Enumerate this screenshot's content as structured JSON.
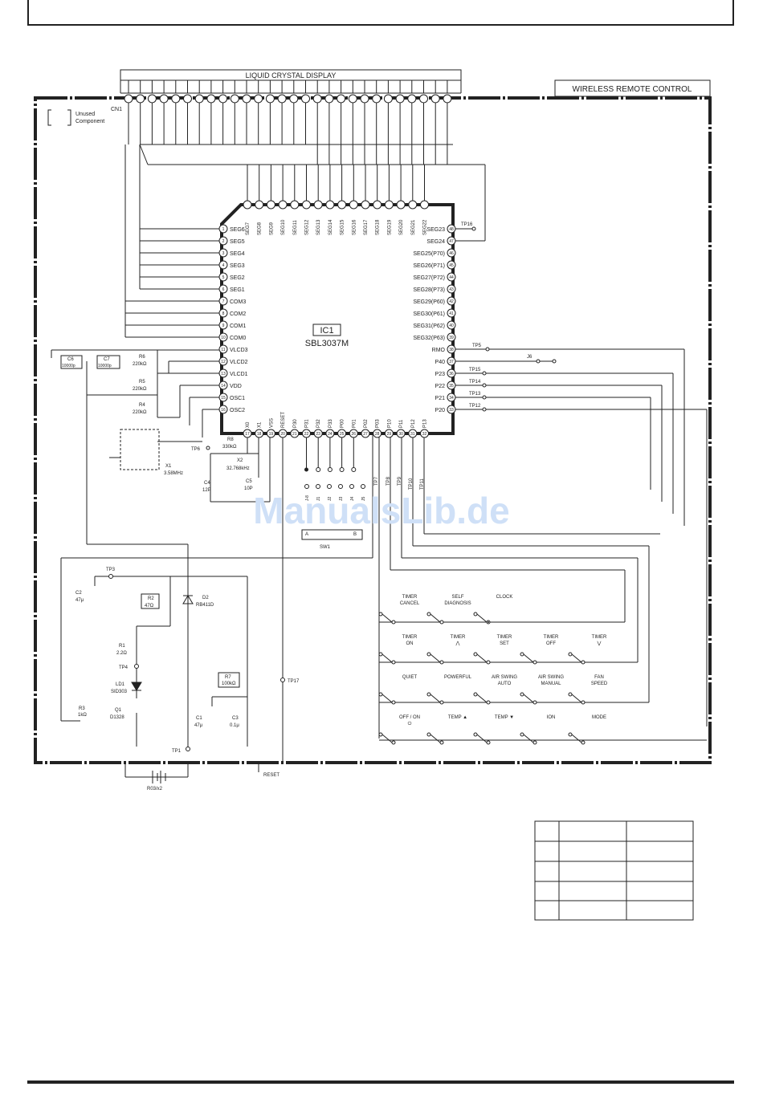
{
  "lcd": {
    "label": "LIQUID CRYSTAL DISPLAY",
    "connector": "CN1"
  },
  "title_box": "WIRELESS REMOTE CONTROL",
  "legend": {
    "line1": "Unused",
    "line2": "Component"
  },
  "ic": {
    "ref": "IC1",
    "part": "SBL3037M"
  },
  "top_pins": [
    "SEG7",
    "SEG8",
    "SEG9",
    "SEG10",
    "SEG11",
    "SEG12",
    "SEG13",
    "SEG14",
    "SEG15",
    "SEG16",
    "SEG17",
    "SEG18",
    "SEG19",
    "SEG20",
    "SEG21",
    "SEG22"
  ],
  "left_pins": [
    {
      "n": "1",
      "label": "SEG6"
    },
    {
      "n": "2",
      "label": "SEG5"
    },
    {
      "n": "3",
      "label": "SEG4"
    },
    {
      "n": "4",
      "label": "SEG3"
    },
    {
      "n": "5",
      "label": "SEG2"
    },
    {
      "n": "6",
      "label": "SEG1"
    },
    {
      "n": "7",
      "label": "COM3"
    },
    {
      "n": "8",
      "label": "COM2"
    },
    {
      "n": "9",
      "label": "COM1"
    },
    {
      "n": "10",
      "label": "COM0"
    },
    {
      "n": "11",
      "label": "VLCD3"
    },
    {
      "n": "12",
      "label": "VLCD2"
    },
    {
      "n": "13",
      "label": "VLCD1"
    },
    {
      "n": "14",
      "label": "VDD"
    },
    {
      "n": "15",
      "label": "OSC1"
    },
    {
      "n": "16",
      "label": "OSC2"
    }
  ],
  "right_pins": [
    {
      "n": "48",
      "label": "SEG23"
    },
    {
      "n": "47",
      "label": "SEG24"
    },
    {
      "n": "46",
      "label": "SEG25(P70)"
    },
    {
      "n": "45",
      "label": "SEG26(P71)"
    },
    {
      "n": "44",
      "label": "SEG27(P72)"
    },
    {
      "n": "43",
      "label": "SEG28(P73)"
    },
    {
      "n": "42",
      "label": "SEG29(P60)"
    },
    {
      "n": "41",
      "label": "SEG30(P61)"
    },
    {
      "n": "40",
      "label": "SEG31(P62)"
    },
    {
      "n": "39",
      "label": "SEG32(P63)"
    },
    {
      "n": "38",
      "label": "RMO"
    },
    {
      "n": "37",
      "label": "P40"
    },
    {
      "n": "36",
      "label": "P23"
    },
    {
      "n": "35",
      "label": "P22"
    },
    {
      "n": "34",
      "label": "P21"
    },
    {
      "n": "33",
      "label": "P20"
    }
  ],
  "bottom_pins": [
    {
      "n": "17",
      "label": "X0"
    },
    {
      "n": "18",
      "label": "X1"
    },
    {
      "n": "19",
      "label": "VSS"
    },
    {
      "n": "20",
      "label": "RESET"
    },
    {
      "n": "21",
      "label": "P30"
    },
    {
      "n": "22",
      "label": "P31"
    },
    {
      "n": "23",
      "label": "P32"
    },
    {
      "n": "24",
      "label": "P33"
    },
    {
      "n": "25",
      "label": "P00"
    },
    {
      "n": "26",
      "label": "P01"
    },
    {
      "n": "27",
      "label": "P02"
    },
    {
      "n": "28",
      "label": "P03"
    },
    {
      "n": "29",
      "label": "P10"
    },
    {
      "n": "30",
      "label": "P11"
    },
    {
      "n": "31",
      "label": "P12"
    },
    {
      "n": "32",
      "label": "P13"
    }
  ],
  "test_points": {
    "tp16": "TP16",
    "tp5": "TP5",
    "j6": "J6",
    "tp15": "TP15",
    "tp14": "TP14",
    "tp13": "TP13",
    "tp12": "TP12",
    "tp6": "TP6",
    "tp3": "TP3",
    "tp4": "TP4",
    "tp1": "TP1",
    "tp17": "TP17",
    "tp7": "TP7",
    "tp8": "TP8",
    "tp9": "TP9",
    "tp10": "TP10",
    "tp11": "TP11"
  },
  "components": {
    "c6": "C6",
    "c6v": "10000p",
    "c7": "C7",
    "c7v": "10000p",
    "r6": "R6",
    "r6v": "220kΩ",
    "r5": "R5",
    "r5v": "220kΩ",
    "r4": "R4",
    "r4v": "220kΩ",
    "x1": "X1",
    "x1v": "3.58MHz",
    "r8": "R8",
    "r8v": "330kΩ",
    "x2": "X2",
    "x2v": "32.768kHz",
    "c4": "C4",
    "c4v": "12P",
    "c5": "C5",
    "c5v": "10P",
    "c2": "C2",
    "c2v": "47μ",
    "r2": "R2",
    "r2v": "47Ω",
    "d2": "D2",
    "d2v": "RB411D",
    "r1": "R1",
    "r1v": "2.2Ω",
    "ld1": "LD1",
    "ld1v": "SID303",
    "r3": "R3",
    "r3v": "1kΩ",
    "q1": "Q1",
    "q1v": "D1328",
    "r7": "R7",
    "r7v": "100kΩ",
    "c1": "C1",
    "c1v": "47μ",
    "c3": "C3",
    "c3v": "0.1μ",
    "battery": "R03/x2",
    "reset": "RESET"
  },
  "sw1": {
    "label": "SW1",
    "a": "A",
    "b": "B",
    "jumpers": [
      "J-8",
      "J1",
      "J2",
      "J3",
      "J4",
      "J5"
    ]
  },
  "keys": [
    [
      {
        "l1": "TIMER",
        "l2": "CANCEL"
      },
      {
        "l1": "SELF",
        "l2": "DIAGNOSIS"
      },
      {
        "l1": "CLOCK",
        "l2": ""
      }
    ],
    [
      {
        "l1": "TIMER",
        "l2": "ON"
      },
      {
        "l1": "TIMER",
        "l2": "⋀"
      },
      {
        "l1": "TIMER",
        "l2": "SET"
      },
      {
        "l1": "TIMER",
        "l2": "OFF"
      },
      {
        "l1": "TIMER",
        "l2": "⋁"
      }
    ],
    [
      {
        "l1": "QUIET",
        "l2": ""
      },
      {
        "l1": "POWERFUL",
        "l2": ""
      },
      {
        "l1": "AIR SWING",
        "l2": "AUTO"
      },
      {
        "l1": "AIR SWING",
        "l2": "MANUAL"
      },
      {
        "l1": "FAN",
        "l2": "SPEED"
      }
    ],
    [
      {
        "l1": "OFF / ON",
        "l2": "⏻"
      },
      {
        "l1": "TEMP ▲",
        "l2": ""
      },
      {
        "l1": "TEMP ▼",
        "l2": ""
      },
      {
        "l1": "ION",
        "l2": ""
      },
      {
        "l1": "MODE",
        "l2": ""
      }
    ]
  ],
  "watermark": "ManualsLib.de"
}
